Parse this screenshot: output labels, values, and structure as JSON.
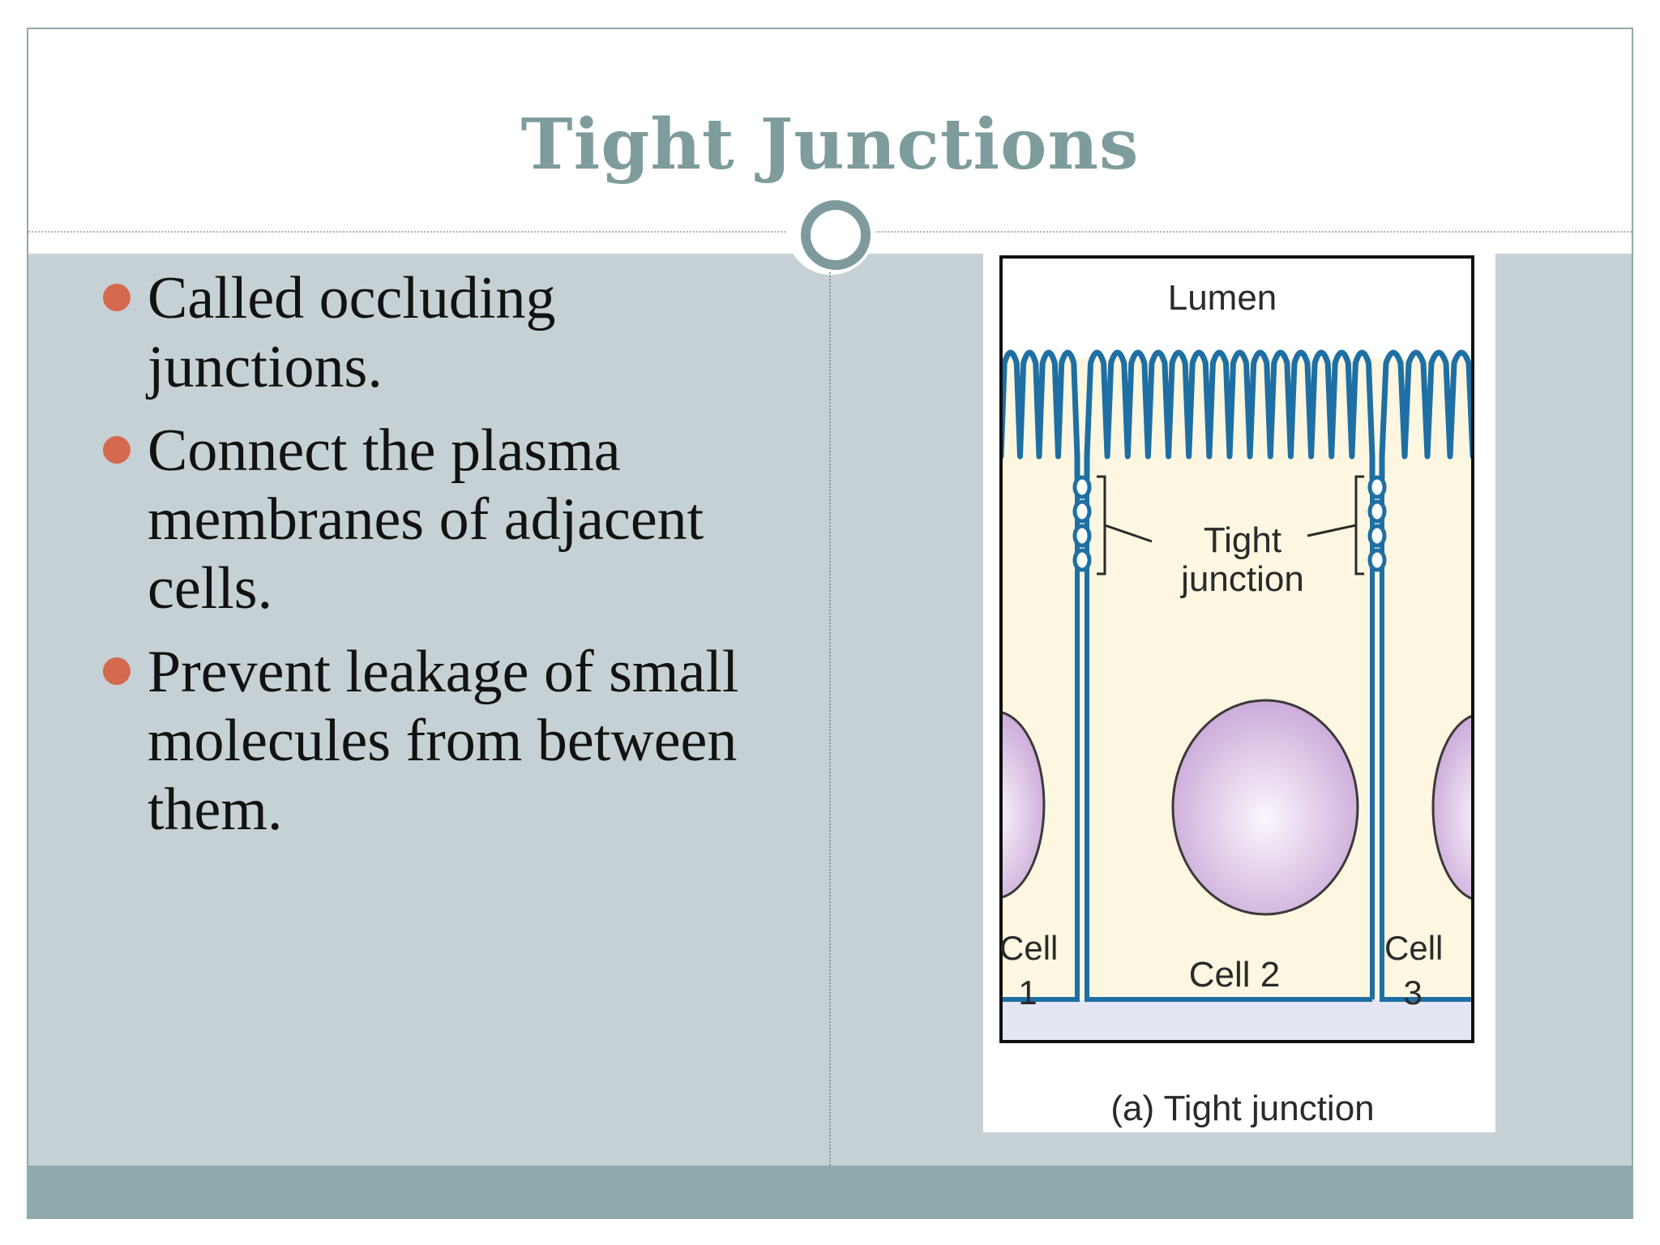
{
  "slide": {
    "title": "Tight Junctions",
    "bullets": [
      "Called occluding junctions.",
      "Connect the plasma membranes of adjacent cells.",
      "Prevent leakage of small molecules from between them."
    ]
  },
  "figure": {
    "labels": {
      "lumen": "Lumen",
      "tight_junction": "Tight junction",
      "cell1": "Cell 1",
      "cell2": "Cell 2",
      "cell3": "Cell 3",
      "caption": "(a) Tight junction"
    }
  },
  "colors": {
    "title": "#7e9c9c",
    "content_background": "#c5d1d5",
    "footer_band": "#8faaad",
    "bullet": "#d4694e",
    "membrane": "#1e6fa3",
    "cytoplasm": "#fdf6e1",
    "nucleus": "#c8a4d6"
  }
}
